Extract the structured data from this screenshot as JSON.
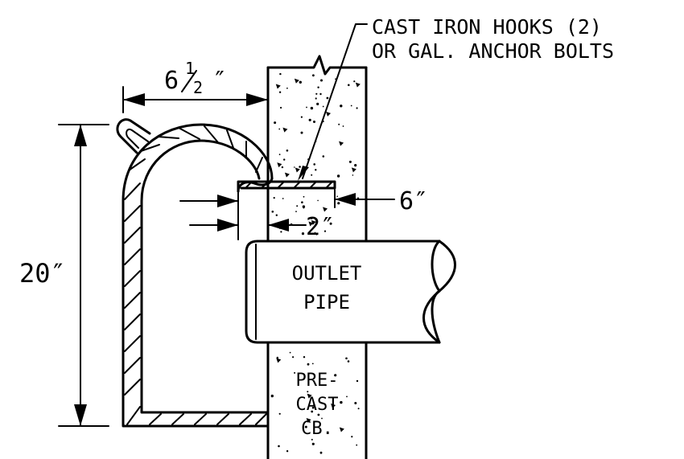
{
  "labels": {
    "hooks_line1": "CAST IRON HOOKS (2)",
    "hooks_line2": "OR GAL. ANCHOR BOLTS",
    "width_6_main": "6",
    "width_half_num": "1",
    "width_half_den": "2",
    "width_inch": "″",
    "dim_20": "20″",
    "dim_6": "6″",
    "dim_2": "2″",
    "pipe_line1": "OUTLET",
    "pipe_line2": "PIPE",
    "precast_line1": "PRE-",
    "precast_line2": "CAST",
    "precast_line3": "CB."
  },
  "colors": {
    "ink": "#000000",
    "paper": "#ffffff"
  }
}
